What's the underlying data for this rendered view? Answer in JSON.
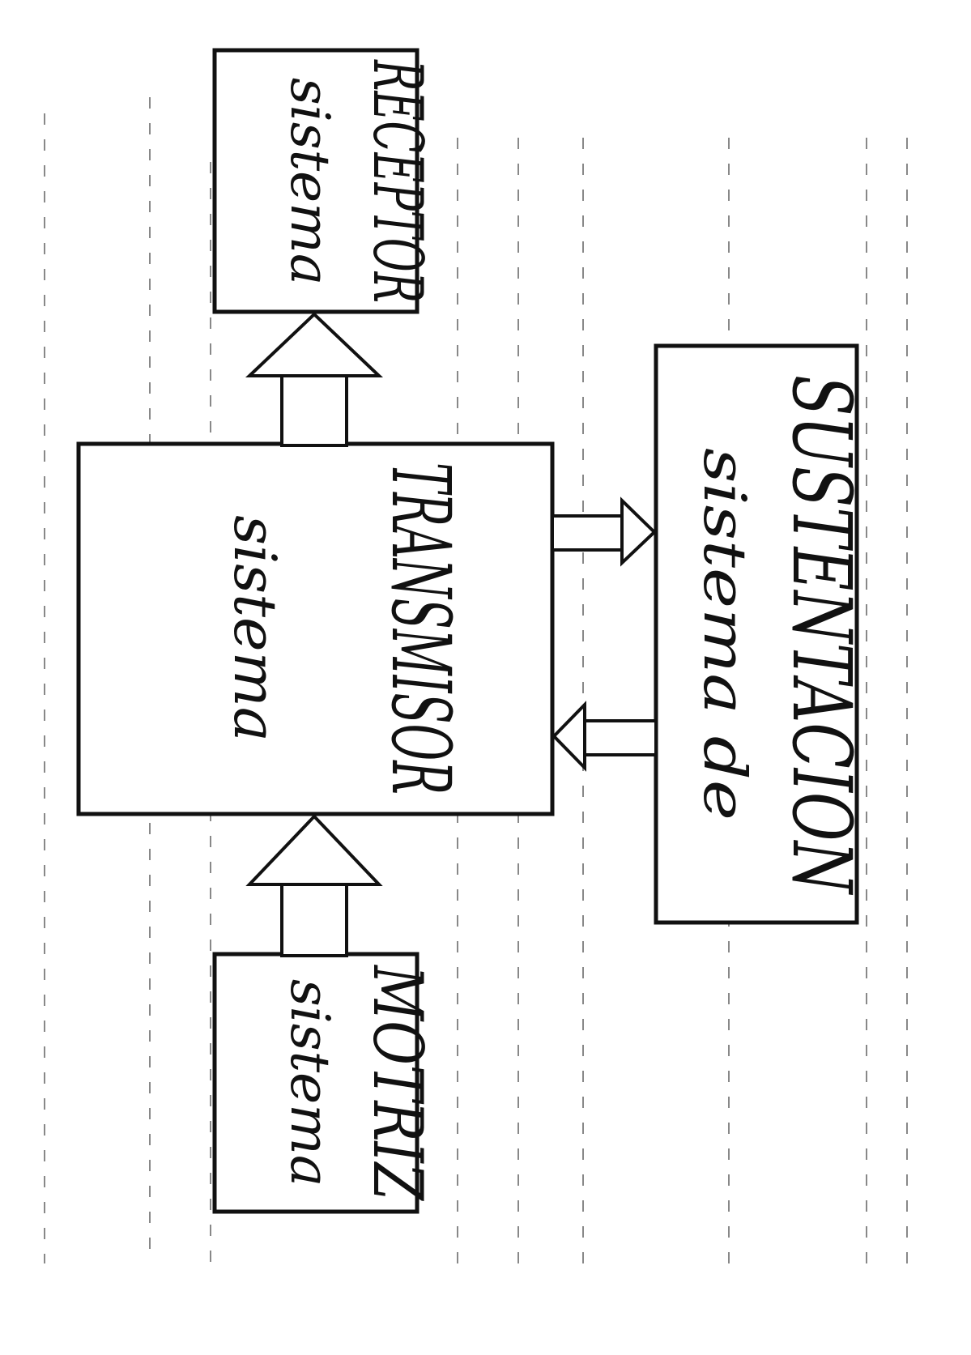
{
  "diagram": {
    "nodes": {
      "motriz": {
        "line1": "sistema",
        "line2": "MOTRIZ"
      },
      "transmisor": {
        "line1": "sistema",
        "line2": "TRANSMISOR"
      },
      "receptor": {
        "line1": "sistema",
        "line2": "RECEPTOR"
      },
      "sustentacion": {
        "line1": "sistema de",
        "line2": "SUSTENTACION"
      }
    },
    "edges": [
      {
        "from": "motriz",
        "to": "transmisor"
      },
      {
        "from": "transmisor",
        "to": "receptor"
      },
      {
        "from": "transmisor",
        "to": "sustentacion"
      },
      {
        "from": "sustentacion",
        "to": "transmisor"
      }
    ]
  }
}
